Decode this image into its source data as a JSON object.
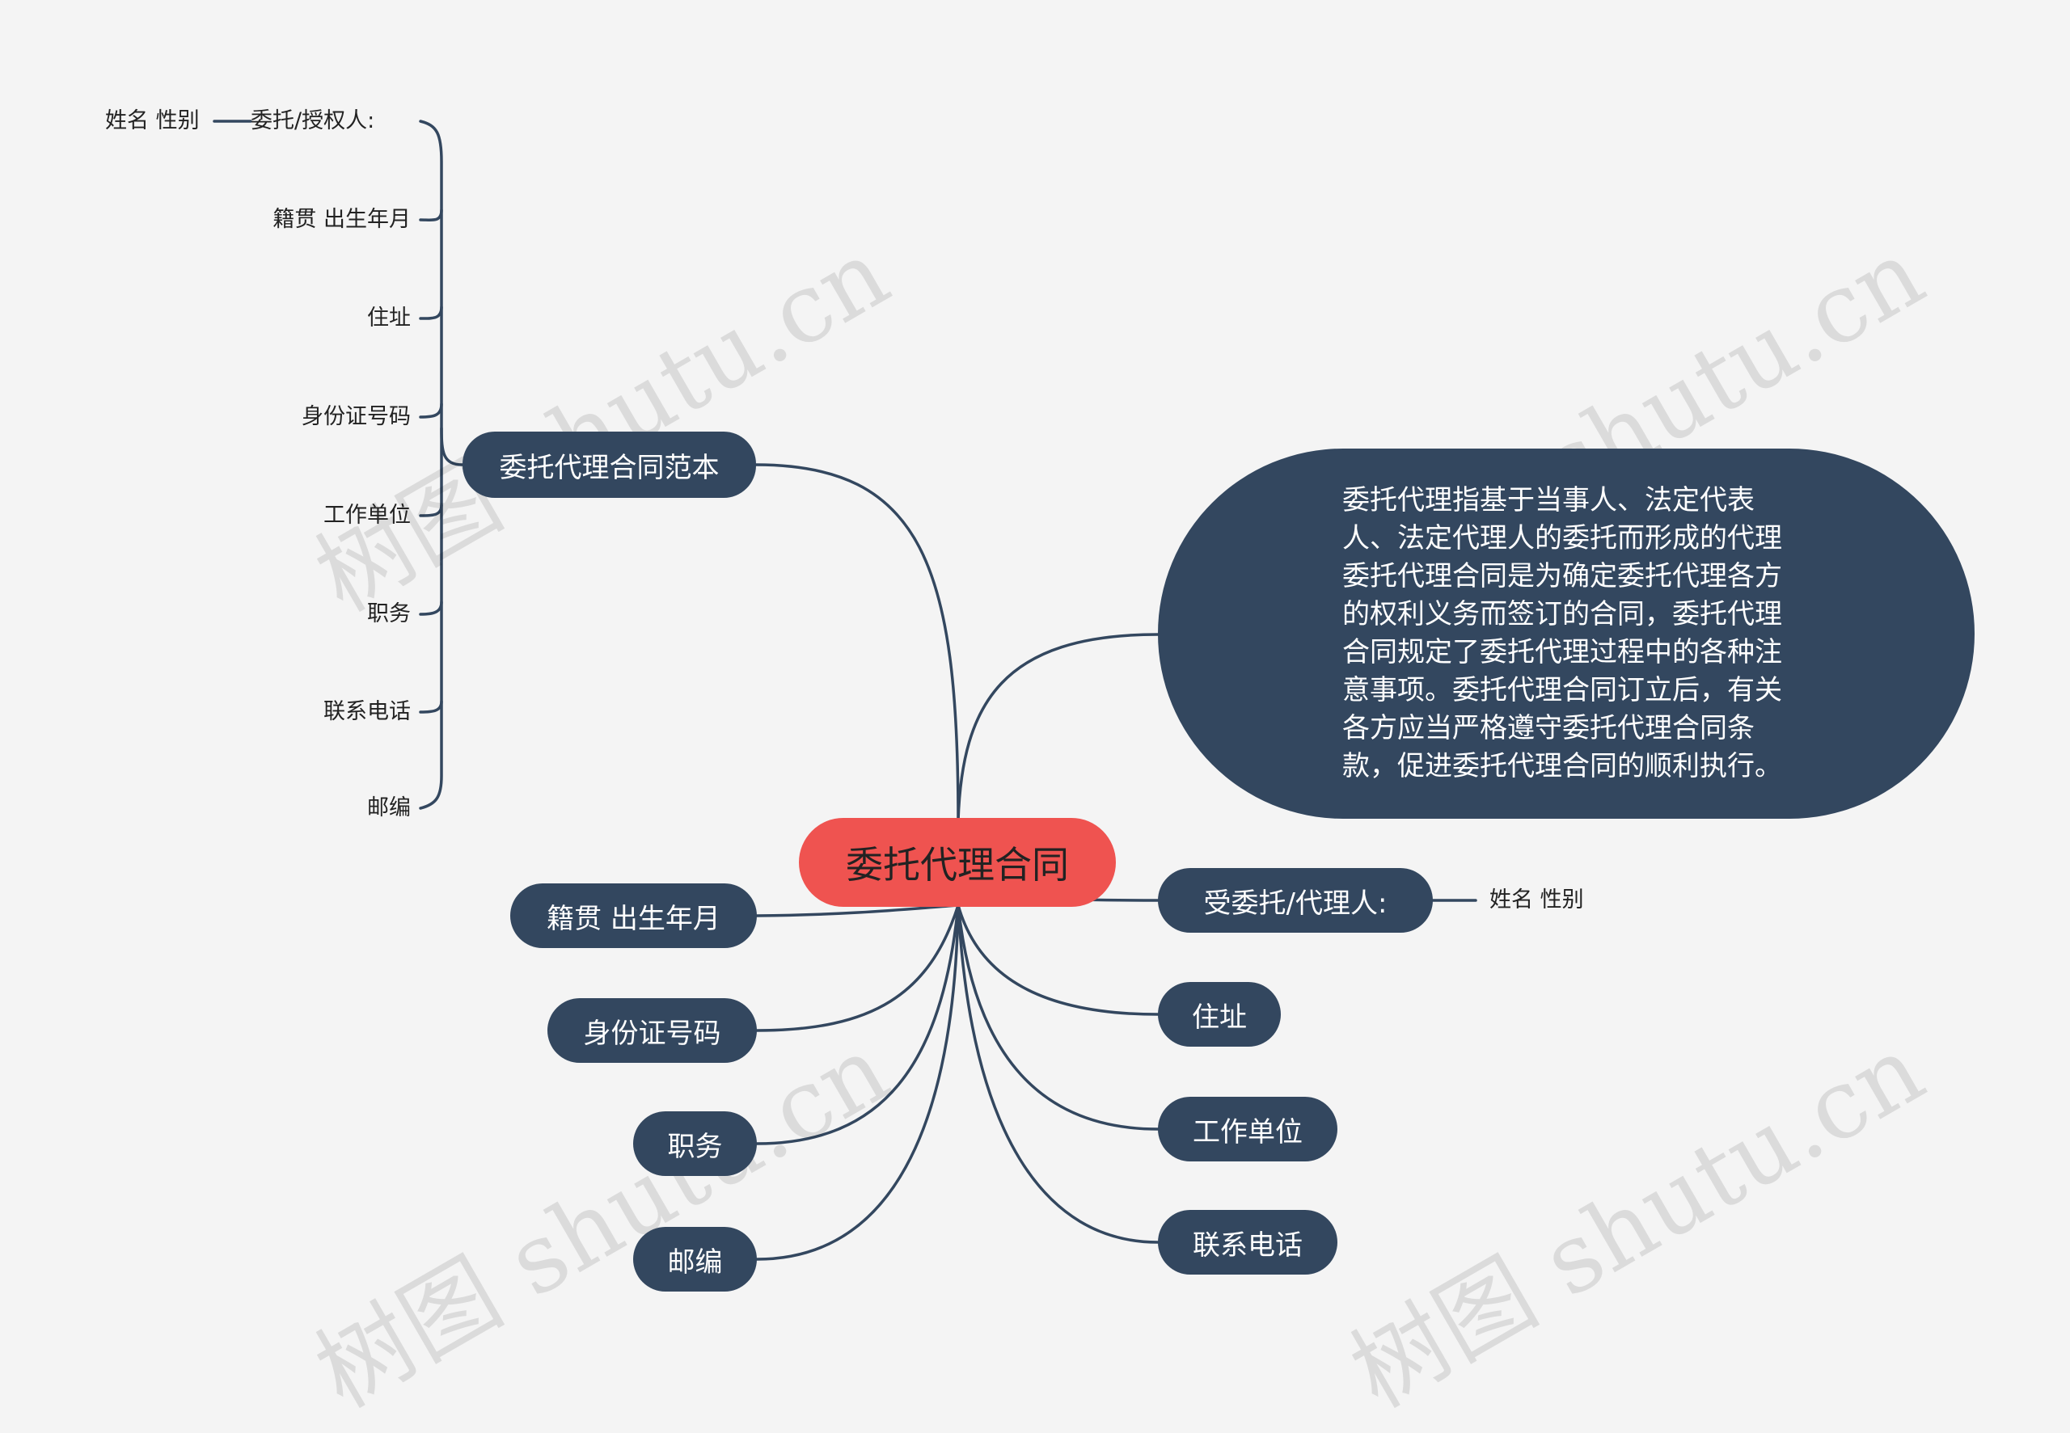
{
  "root": {
    "label": "委托代理合同"
  },
  "description": "委托代理指基于当事人、法定代表人、法定代理人的委托而形成的代理委托代理合同是为确定委托代理各方的权利义务而签订的合同，委托代理合同规定了委托代理过程中的各种注意事项。委托代理合同订立后，有关各方应当严格遵守委托代理合同条款，促进委托代理合同的顺利执行。",
  "template_branch": {
    "label": "委托代理合同范本",
    "fields": [
      {
        "label": "委托/授权人:",
        "value": "姓名 性别"
      },
      {
        "label": "籍贯 出生年月"
      },
      {
        "label": "住址"
      },
      {
        "label": "身份证号码"
      },
      {
        "label": "工作单位"
      },
      {
        "label": "职务"
      },
      {
        "label": "联系电话"
      },
      {
        "label": "邮编"
      }
    ]
  },
  "left_nodes": [
    "籍贯 出生年月",
    "身份证号码",
    "职务",
    "邮编"
  ],
  "right_nodes": [
    {
      "label": "受委托/代理人:",
      "value": "姓名 性别"
    },
    {
      "label": "住址"
    },
    {
      "label": "工作单位"
    },
    {
      "label": "联系电话"
    }
  ],
  "watermark": "树图 shutu.cn",
  "colors": {
    "node": "#33475f",
    "root": "#ef5350",
    "line": "#33475f",
    "background": "#f4f4f4"
  }
}
